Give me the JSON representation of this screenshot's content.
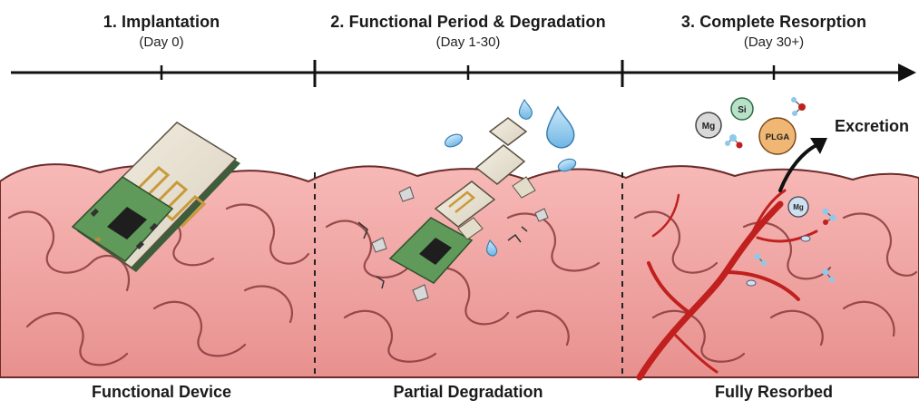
{
  "stages": [
    {
      "title": "1. Implantation",
      "subtitle": "(Day 0)"
    },
    {
      "title": "2. Functional Period & Degradation",
      "subtitle": "(Day 1-30)"
    },
    {
      "title": "3. Complete Resorption",
      "subtitle": "(Day 30+)"
    }
  ],
  "panels": [
    {
      "label": "Functional Device"
    },
    {
      "label": "Partial Degradation"
    },
    {
      "label": "Fully Resorbed"
    }
  ],
  "molecules": [
    "Mg",
    "Si",
    "PLGA",
    "Mg"
  ],
  "excretion_label": "Excretion",
  "colors": {
    "brain_fill": "#f2a6a4",
    "brain_outline": "#6b2b2b",
    "pcb_green": "#5f9a5a",
    "vessel_red": "#c0201e",
    "water_blue": "#8ec9ec"
  }
}
